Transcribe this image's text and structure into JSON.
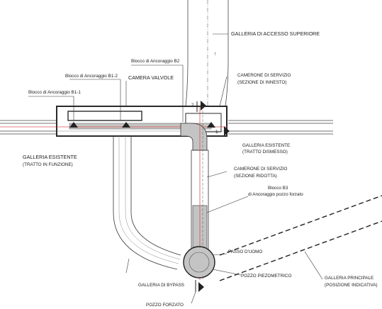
{
  "labels": {
    "galleria_accesso": "GALLERIA DI ACCESSO SUPERIORE",
    "blocco_b2": "Blocco di Ancoraggio B2",
    "blocco_b1_2": "Blocco di Ancoraggio B1-2",
    "camera_valvole": "CAMERA VALVOLE",
    "blocco_b1_1": "Blocco di Ancoraggio B1-1",
    "camerone_innesto_1": "CAMERONE DI SERVIZIO",
    "camerone_innesto_2": "(SEZIONE DI INNESTO)",
    "galleria_esistente_1": "GALLERIA ESISTENTE",
    "galleria_esistente_2": "(TRATTO IN FUNZIONE)",
    "galleria_dismesso_1": "GALLERIA ESISTENTE",
    "galleria_dismesso_2": "(TRATTO DISMESSO)",
    "camerone_ridotta_1": "CAMERONE DI SERVIZIO",
    "camerone_ridotta_2": "(SEZIONE RIDOTTA)",
    "blocco_b3_1": "Blocco B3",
    "blocco_b3_2": "di Ancoraggio pozzo forzato",
    "passo_duomo": "PASSO D'UOMO",
    "pozzo_piezometrico": "POZZO PIEZOMETRICO",
    "galleria_principale_1": "GALLERIA PRINCIPALE",
    "galleria_principale_2": "(POSIZIONE INDICATIVA)",
    "galleria_bypass": "GALLERIA DI BYPASS",
    "pozzo_forzato": "POZZO FORZATO"
  },
  "markers": {
    "section_1": "1",
    "section_2": "2"
  },
  "colors": {
    "line": "#2a2a2a",
    "fill_grey": "#bfbfbf",
    "pipe_red": "#d9534f"
  }
}
